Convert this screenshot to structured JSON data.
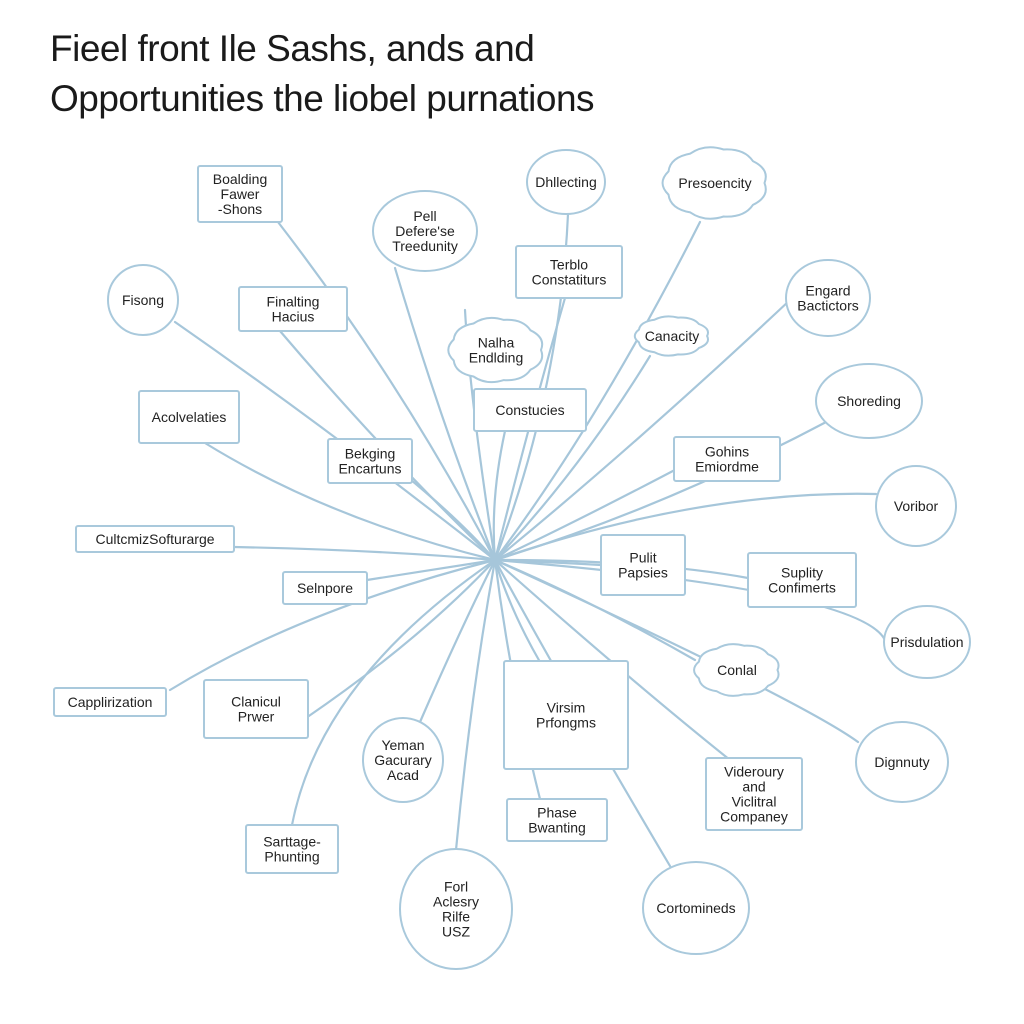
{
  "title": {
    "line1": "Fieel front Ile Sashs, ands and",
    "line2": "Opportunities the liobel purnations"
  },
  "colors": {
    "stroke": "#a9c9dc",
    "line": "#a6c6da",
    "text": "#222222",
    "fill": "#ffffff"
  },
  "nodes": [
    {
      "id": "boalding",
      "shape": "rect",
      "lines": [
        "Boalding",
        "Fawer",
        "-Shons"
      ]
    },
    {
      "id": "fisong",
      "shape": "circle",
      "lines": [
        "Fisong"
      ]
    },
    {
      "id": "finalting",
      "shape": "rect",
      "lines": [
        "Finalting",
        "Hacius"
      ]
    },
    {
      "id": "pell",
      "shape": "circle",
      "lines": [
        "Pell",
        "Defere'se",
        "Treedunity"
      ]
    },
    {
      "id": "dhllecting",
      "shape": "circle",
      "lines": [
        "Dhllecting"
      ]
    },
    {
      "id": "presoencity",
      "shape": "cloud",
      "lines": [
        "Presoencity"
      ]
    },
    {
      "id": "terblo",
      "shape": "rect",
      "lines": [
        "Terblo",
        "Constatiturs"
      ]
    },
    {
      "id": "nalha",
      "shape": "cloud",
      "lines": [
        "Nalha",
        "Endlding"
      ]
    },
    {
      "id": "capacity",
      "shape": "cloud",
      "lines": [
        "Canacity"
      ]
    },
    {
      "id": "engard",
      "shape": "circle",
      "lines": [
        "Engard",
        "Bactictors"
      ]
    },
    {
      "id": "acolvelaties",
      "shape": "rect",
      "lines": [
        "Acolvelaties"
      ]
    },
    {
      "id": "constucies",
      "shape": "rect",
      "lines": [
        "Constucies"
      ]
    },
    {
      "id": "shoreding",
      "shape": "circle",
      "lines": [
        "Shoreding"
      ]
    },
    {
      "id": "bekging",
      "shape": "rect",
      "lines": [
        "Bekging",
        "Encartuns"
      ]
    },
    {
      "id": "gohins",
      "shape": "rect",
      "lines": [
        "Gohins",
        "Emiordme"
      ]
    },
    {
      "id": "voribor",
      "shape": "circle",
      "lines": [
        "Voribor"
      ]
    },
    {
      "id": "cultcmiz",
      "shape": "rect",
      "lines": [
        "CultcmizSofturarge"
      ]
    },
    {
      "id": "pulit",
      "shape": "rect",
      "lines": [
        "Pulit",
        "Papsies"
      ]
    },
    {
      "id": "selnpore",
      "shape": "rect",
      "lines": [
        "Selnpore"
      ]
    },
    {
      "id": "suplity",
      "shape": "rect",
      "lines": [
        "Suplity",
        "Confimerts"
      ]
    },
    {
      "id": "prisdulation",
      "shape": "circle",
      "lines": [
        "Prisdulation"
      ]
    },
    {
      "id": "conlal",
      "shape": "cloud",
      "lines": [
        "Conlal"
      ]
    },
    {
      "id": "capplirization",
      "shape": "rect",
      "lines": [
        "Capplirization"
      ]
    },
    {
      "id": "clanicul",
      "shape": "rect",
      "lines": [
        "Clanicul",
        "Prwer"
      ]
    },
    {
      "id": "virsim",
      "shape": "rect",
      "lines": [
        "Virsim",
        "Prfongms"
      ]
    },
    {
      "id": "dignnuty",
      "shape": "circle",
      "lines": [
        "Dignnuty"
      ]
    },
    {
      "id": "yeman",
      "shape": "circle",
      "lines": [
        "Yeman",
        "Gacurary",
        "Acad"
      ]
    },
    {
      "id": "videroury",
      "shape": "rect",
      "lines": [
        "Videroury",
        "and",
        "Viclitral",
        "Companey"
      ]
    },
    {
      "id": "phase",
      "shape": "rect",
      "lines": [
        "Phase",
        "Bwanting"
      ]
    },
    {
      "id": "sarttage",
      "shape": "rect",
      "lines": [
        "Sarttage-",
        "Phunting"
      ]
    },
    {
      "id": "forl",
      "shape": "circle",
      "lines": [
        "Forl",
        "Aclesry",
        "Rilfe",
        "USZ"
      ]
    },
    {
      "id": "cortomineds",
      "shape": "circle",
      "lines": [
        "Cortomineds"
      ]
    }
  ]
}
